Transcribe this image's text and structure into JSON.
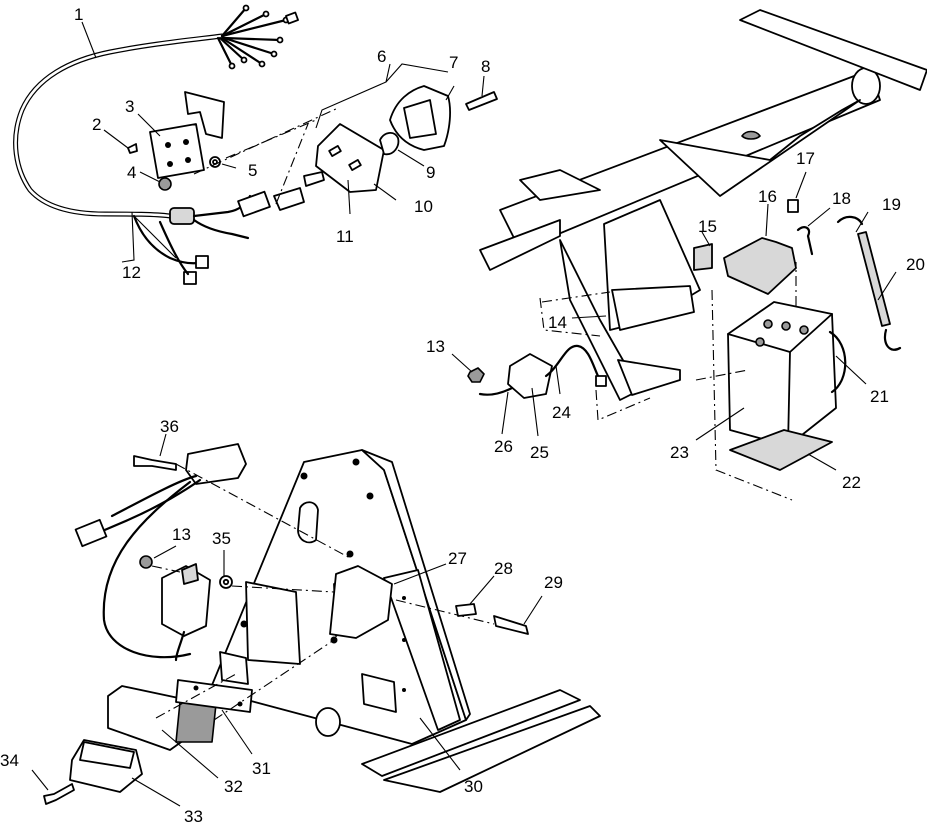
{
  "figure": {
    "callouts": [
      {
        "id": "c1",
        "label": "1"
      },
      {
        "id": "c2",
        "label": "2"
      },
      {
        "id": "c3",
        "label": "3"
      },
      {
        "id": "c4",
        "label": "4"
      },
      {
        "id": "c5",
        "label": "5"
      },
      {
        "id": "c6",
        "label": "6"
      },
      {
        "id": "c7",
        "label": "7"
      },
      {
        "id": "c8",
        "label": "8"
      },
      {
        "id": "c9",
        "label": "9"
      },
      {
        "id": "c10",
        "label": "10"
      },
      {
        "id": "c11",
        "label": "11"
      },
      {
        "id": "c12",
        "label": "12"
      },
      {
        "id": "c13a",
        "label": "13"
      },
      {
        "id": "c13b",
        "label": "13"
      },
      {
        "id": "c14",
        "label": "14"
      },
      {
        "id": "c15",
        "label": "15"
      },
      {
        "id": "c16",
        "label": "16"
      },
      {
        "id": "c17",
        "label": "17"
      },
      {
        "id": "c18",
        "label": "18"
      },
      {
        "id": "c19",
        "label": "19"
      },
      {
        "id": "c20",
        "label": "20"
      },
      {
        "id": "c21",
        "label": "21"
      },
      {
        "id": "c22",
        "label": "22"
      },
      {
        "id": "c23",
        "label": "23"
      },
      {
        "id": "c24",
        "label": "24"
      },
      {
        "id": "c25",
        "label": "25"
      },
      {
        "id": "c26",
        "label": "26"
      },
      {
        "id": "c27",
        "label": "27"
      },
      {
        "id": "c28",
        "label": "28"
      },
      {
        "id": "c29",
        "label": "29"
      },
      {
        "id": "c30",
        "label": "30"
      },
      {
        "id": "c31",
        "label": "31"
      },
      {
        "id": "c32",
        "label": "32"
      },
      {
        "id": "c33",
        "label": "33"
      },
      {
        "id": "c34",
        "label": "34"
      },
      {
        "id": "c35",
        "label": "35"
      },
      {
        "id": "c36",
        "label": "36"
      }
    ]
  }
}
